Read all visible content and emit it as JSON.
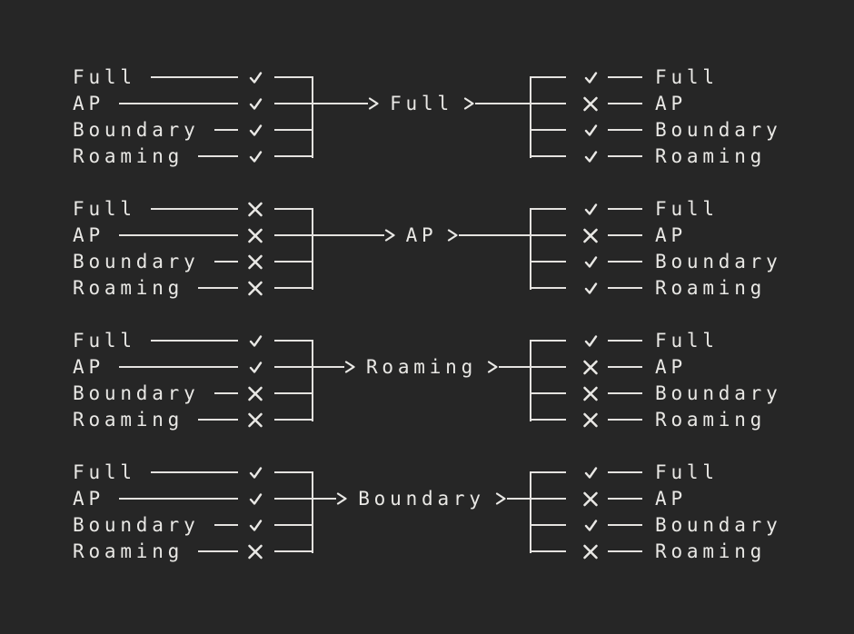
{
  "colors": {
    "bg": "#262626",
    "fg": "#e9e8e5",
    "line": "#e4e2df"
  },
  "states": [
    "Full",
    "AP",
    "Boundary",
    "Roaming"
  ],
  "icons": {
    "check": "check-icon",
    "cross": "cross-icon",
    "arrow": "chevron-right-icon"
  },
  "groups": [
    {
      "target": "Full",
      "inputs": [
        {
          "label": "Full",
          "mark": "check"
        },
        {
          "label": "AP",
          "mark": "check"
        },
        {
          "label": "Boundary",
          "mark": "check"
        },
        {
          "label": "Roaming",
          "mark": "check"
        }
      ],
      "outputs": [
        {
          "label": "Full",
          "mark": "check"
        },
        {
          "label": "AP",
          "mark": "cross"
        },
        {
          "label": "Boundary",
          "mark": "check"
        },
        {
          "label": "Roaming",
          "mark": "check"
        }
      ]
    },
    {
      "target": "AP",
      "inputs": [
        {
          "label": "Full",
          "mark": "cross"
        },
        {
          "label": "AP",
          "mark": "cross"
        },
        {
          "label": "Boundary",
          "mark": "cross"
        },
        {
          "label": "Roaming",
          "mark": "cross"
        }
      ],
      "outputs": [
        {
          "label": "Full",
          "mark": "check"
        },
        {
          "label": "AP",
          "mark": "cross"
        },
        {
          "label": "Boundary",
          "mark": "check"
        },
        {
          "label": "Roaming",
          "mark": "check"
        }
      ]
    },
    {
      "target": "Roaming",
      "inputs": [
        {
          "label": "Full",
          "mark": "check"
        },
        {
          "label": "AP",
          "mark": "check"
        },
        {
          "label": "Boundary",
          "mark": "cross"
        },
        {
          "label": "Roaming",
          "mark": "cross"
        }
      ],
      "outputs": [
        {
          "label": "Full",
          "mark": "check"
        },
        {
          "label": "AP",
          "mark": "cross"
        },
        {
          "label": "Boundary",
          "mark": "cross"
        },
        {
          "label": "Roaming",
          "mark": "cross"
        }
      ]
    },
    {
      "target": "Boundary",
      "inputs": [
        {
          "label": "Full",
          "mark": "check"
        },
        {
          "label": "AP",
          "mark": "check"
        },
        {
          "label": "Boundary",
          "mark": "check"
        },
        {
          "label": "Roaming",
          "mark": "cross"
        }
      ],
      "outputs": [
        {
          "label": "Full",
          "mark": "check"
        },
        {
          "label": "AP",
          "mark": "cross"
        },
        {
          "label": "Boundary",
          "mark": "check"
        },
        {
          "label": "Roaming",
          "mark": "cross"
        }
      ]
    }
  ]
}
